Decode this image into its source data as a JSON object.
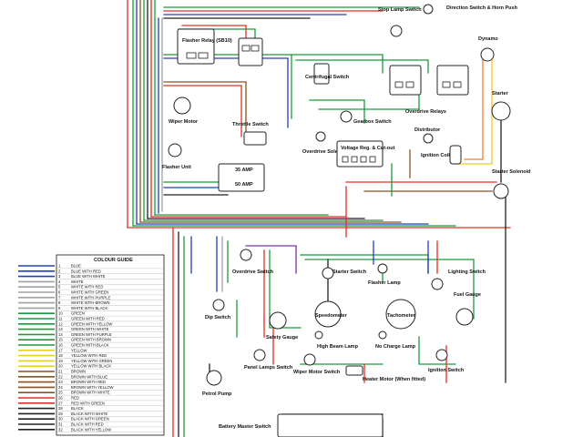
{
  "components": {
    "stop_lamp_switch": "Stop Lamp Switch",
    "direction_switch": "Direction Switch & Horn Push",
    "flasher_relay": "Flasher Relay (SB10)",
    "dynamo": "Dynamo",
    "wiper_motor": "Wiper Motor",
    "centrifugal_switch": "Centrifugal Switch",
    "gearbox_switch": "Gearbox Switch",
    "overdrive_relays": "Overdrive Relays",
    "starter": "Starter",
    "throttle_switch": "Throttle Switch",
    "overdrive_solenoid": "Overdrive Solenoid",
    "voltage_reg": "Voltage Reg. & Cut-out",
    "distributor": "Distributor",
    "ignition_coil": "Ignition Coil",
    "flasher_unit": "Flasher Unit",
    "starter_solenoid": "Starter Solenoid",
    "fuse_35": "35 AMP",
    "fuse_50": "50 AMP",
    "overdrive_switch": "Overdrive Switch",
    "starter_switch": "Starter Switch",
    "flasher_lamp": "Flasher Lamp",
    "lighting_switch": "Lighting Switch",
    "dip_switch": "Dip Switch",
    "safety_gauge": "Safety Gauge",
    "speedometer": "Speedometer",
    "tachometer": "Tachometer",
    "fuel_gauge": "Fuel Gauge",
    "high_beam_lamp": "High Beam Lamp",
    "no_charge_lamp": "No Charge Lamp",
    "panel_lamps_switch": "Panel Lamps Switch",
    "wiper_motor_switch": "Wiper Motor Switch",
    "ignition_switch": "Ignition Switch",
    "petrol_pump": "Petrol Pump",
    "heater_motor": "Heater Motor (When fitted)",
    "battery_master_switch": "Battery Master Switch"
  },
  "colour_guide": {
    "title": "COLOUR GUIDE",
    "rows": [
      {
        "num": "1",
        "label": "BLUE",
        "color": "#2040c0"
      },
      {
        "num": "2",
        "label": "BLUE WITH RED",
        "color": "#2040c0"
      },
      {
        "num": "3",
        "label": "BLUE WITH WHITE",
        "color": "#2040c0"
      },
      {
        "num": "4",
        "label": "WHITE",
        "color": "#a0a0a0"
      },
      {
        "num": "5",
        "label": "WHITE WITH RED",
        "color": "#a0a0a0"
      },
      {
        "num": "6",
        "label": "WHITE WITH GREEN",
        "color": "#a0a0a0"
      },
      {
        "num": "7",
        "label": "WHITE WITH PURPLE",
        "color": "#a0a0a0"
      },
      {
        "num": "8",
        "label": "WHITE WITH BROWN",
        "color": "#a0a0a0"
      },
      {
        "num": "9",
        "label": "WHITE WITH BLACK",
        "color": "#a0a0a0"
      },
      {
        "num": "10",
        "label": "GREEN",
        "color": "#1a9a3a"
      },
      {
        "num": "11",
        "label": "GREEN WITH RED",
        "color": "#1a9a3a"
      },
      {
        "num": "12",
        "label": "GREEN WITH YELLOW",
        "color": "#1a9a3a"
      },
      {
        "num": "13",
        "label": "GREEN WITH WHITE",
        "color": "#1a9a3a"
      },
      {
        "num": "14",
        "label": "GREEN WITH PURPLE",
        "color": "#1a9a3a"
      },
      {
        "num": "15",
        "label": "GREEN WITH BROWN",
        "color": "#1a9a3a"
      },
      {
        "num": "16",
        "label": "GREEN WITH BLACK",
        "color": "#1a9a3a"
      },
      {
        "num": "17",
        "label": "YELLOW",
        "color": "#e8d020"
      },
      {
        "num": "18",
        "label": "YELLOW WITH RED",
        "color": "#e8d020"
      },
      {
        "num": "19",
        "label": "YELLOW WITH GREEN",
        "color": "#e8d020"
      },
      {
        "num": "20",
        "label": "YELLOW WITH BLACK",
        "color": "#e8d020"
      },
      {
        "num": "21",
        "label": "BROWN",
        "color": "#8a5020"
      },
      {
        "num": "22",
        "label": "BROWN WITH BLUE",
        "color": "#8a5020"
      },
      {
        "num": "23",
        "label": "BROWN WITH RED",
        "color": "#8a5020"
      },
      {
        "num": "24",
        "label": "BROWN WITH YELLOW",
        "color": "#8a5020"
      },
      {
        "num": "25",
        "label": "BROWN WITH WHITE",
        "color": "#8a5020"
      },
      {
        "num": "26",
        "label": "RED",
        "color": "#e03020"
      },
      {
        "num": "27",
        "label": "RED WITH GREEN",
        "color": "#e03020"
      },
      {
        "num": "28",
        "label": "BLACK",
        "color": "#202020"
      },
      {
        "num": "29",
        "label": "BLACK WITH WHITE",
        "color": "#202020"
      },
      {
        "num": "30",
        "label": "BLACK WITH GREEN",
        "color": "#202020"
      },
      {
        "num": "31",
        "label": "BLACK WITH RED",
        "color": "#202020"
      },
      {
        "num": "32",
        "label": "BLACK WITH YELLOW",
        "color": "#202020"
      }
    ]
  },
  "wire_colors": {
    "red": "#e03020",
    "green": "#1a9a3a",
    "blue": "#2040c0",
    "brown": "#8a5020",
    "black": "#202020",
    "white": "#a0a0a0",
    "yellow": "#e8d020",
    "purple": "#8030a0",
    "orange": "#f08030"
  }
}
